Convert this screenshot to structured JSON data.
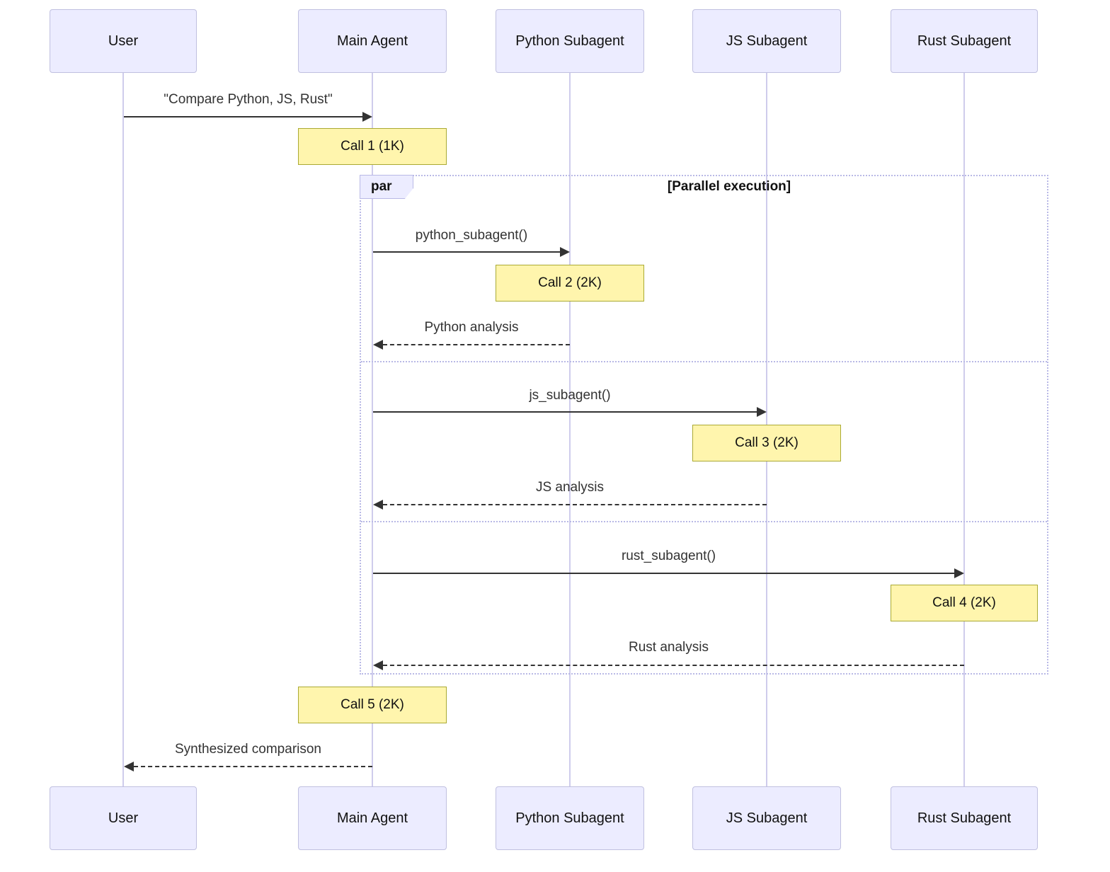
{
  "diagram_type": "sequence-diagram",
  "actors": [
    {
      "id": "user",
      "label": "User"
    },
    {
      "id": "main-agent",
      "label": "Main Agent"
    },
    {
      "id": "python-subagent",
      "label": "Python Subagent"
    },
    {
      "id": "js-subagent",
      "label": "JS Subagent"
    },
    {
      "id": "rust-subagent",
      "label": "Rust Subagent"
    }
  ],
  "messages": [
    {
      "label": "\"Compare Python, JS, Rust\"",
      "from": "User",
      "to": "Main Agent",
      "line": "solid"
    },
    {
      "label": "python_subagent()",
      "from": "Main Agent",
      "to": "Python Subagent",
      "line": "solid"
    },
    {
      "label": "Python analysis",
      "from": "Python Subagent",
      "to": "Main Agent",
      "line": "dashed"
    },
    {
      "label": "js_subagent()",
      "from": "Main Agent",
      "to": "JS Subagent",
      "line": "solid"
    },
    {
      "label": "JS analysis",
      "from": "JS Subagent",
      "to": "Main Agent",
      "line": "dashed"
    },
    {
      "label": "rust_subagent()",
      "from": "Main Agent",
      "to": "Rust Subagent",
      "line": "solid"
    },
    {
      "label": "Rust analysis",
      "from": "Rust Subagent",
      "to": "Main Agent",
      "line": "dashed"
    },
    {
      "label": "Synthesized comparison",
      "from": "Main Agent",
      "to": "User",
      "line": "dashed"
    }
  ],
  "notes": [
    {
      "label": "Call 1 (1K)",
      "over": "Main Agent"
    },
    {
      "label": "Call 2 (2K)",
      "over": "Python Subagent"
    },
    {
      "label": "Call 3 (2K)",
      "over": "JS Subagent"
    },
    {
      "label": "Call 4 (2K)",
      "over": "Rust Subagent"
    },
    {
      "label": "Call 5 (2K)",
      "over": "Main Agent"
    }
  ],
  "par_block": {
    "label": "par",
    "condition": "[Parallel execution]"
  },
  "colors": {
    "actor_fill": "#ECECFF",
    "actor_border": "#c0c0e0",
    "note_fill": "#fff5ad",
    "note_border": "#aaaa33",
    "lifeline": "#cfccec",
    "frame_border": "#b9b9e6",
    "message": "#333333"
  }
}
